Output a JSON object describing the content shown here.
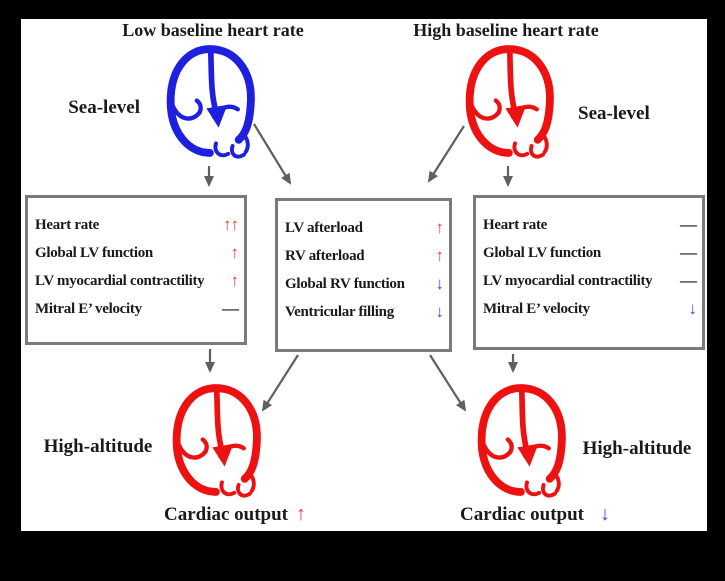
{
  "palette": {
    "frame_bg": "#000000",
    "canvas_bg": "#ffffff",
    "text": "#1a1a1a",
    "heart_blue": "#1f1fe0",
    "heart_red": "#ee1111",
    "arrow_red": "#e5403a",
    "arrow_blue": "#4545dd",
    "dash_black": "#1a1a1a",
    "box_border": "#7a7a7a",
    "flow_arrow": "#5f5f5f"
  },
  "icons": {
    "heart": "four-chamber-heart-icon",
    "up_arrow": "↑",
    "double_up_arrow": "↑↑",
    "down_arrow": "↓",
    "no_change_dash": "—"
  },
  "top": {
    "left_title": "Low baseline heart rate",
    "right_title": "High baseline heart rate",
    "left_sea_label": "Sea-level",
    "right_sea_label": "Sea-level"
  },
  "boxes": {
    "left": {
      "rows": [
        {
          "label": "Heart rate",
          "symbol": "↑↑",
          "symbol_color": "#e5403a"
        },
        {
          "label": "Global LV function",
          "symbol": "↑",
          "symbol_color": "#e5403a"
        },
        {
          "label": "LV myocardial contractility",
          "symbol": "↑",
          "symbol_color": "#e5403a"
        },
        {
          "label": "Mitral E’ velocity",
          "symbol": "—",
          "symbol_color": "#1a1a1a"
        }
      ]
    },
    "middle": {
      "rows": [
        {
          "label": "LV afterload",
          "symbol": "↑",
          "symbol_color": "#e5403a"
        },
        {
          "label": "RV afterload",
          "symbol": "↑",
          "symbol_color": "#e5403a"
        },
        {
          "label": "Global RV function",
          "symbol": "↓",
          "symbol_color": "#4545dd"
        },
        {
          "label": "Ventricular filling",
          "symbol": "↓",
          "symbol_color": "#4545dd"
        }
      ]
    },
    "right": {
      "rows": [
        {
          "label": "Heart rate",
          "symbol": "—",
          "symbol_color": "#1a1a1a"
        },
        {
          "label": "Global LV function",
          "symbol": "—",
          "symbol_color": "#1a1a1a"
        },
        {
          "label": "LV myocardial contractility",
          "symbol": "—",
          "symbol_color": "#1a1a1a"
        },
        {
          "label": "Mitral E’ velocity",
          "symbol": "↓",
          "symbol_color": "#4545dd"
        }
      ]
    }
  },
  "bottom": {
    "left_altitude_label": "High-altitude",
    "right_altitude_label": "High-altitude",
    "left_output": {
      "label": "Cardiac output",
      "symbol": "↑",
      "symbol_color": "#e5403a"
    },
    "right_output": {
      "label": "Cardiac output",
      "symbol": "↓",
      "symbol_color": "#4545dd"
    }
  }
}
